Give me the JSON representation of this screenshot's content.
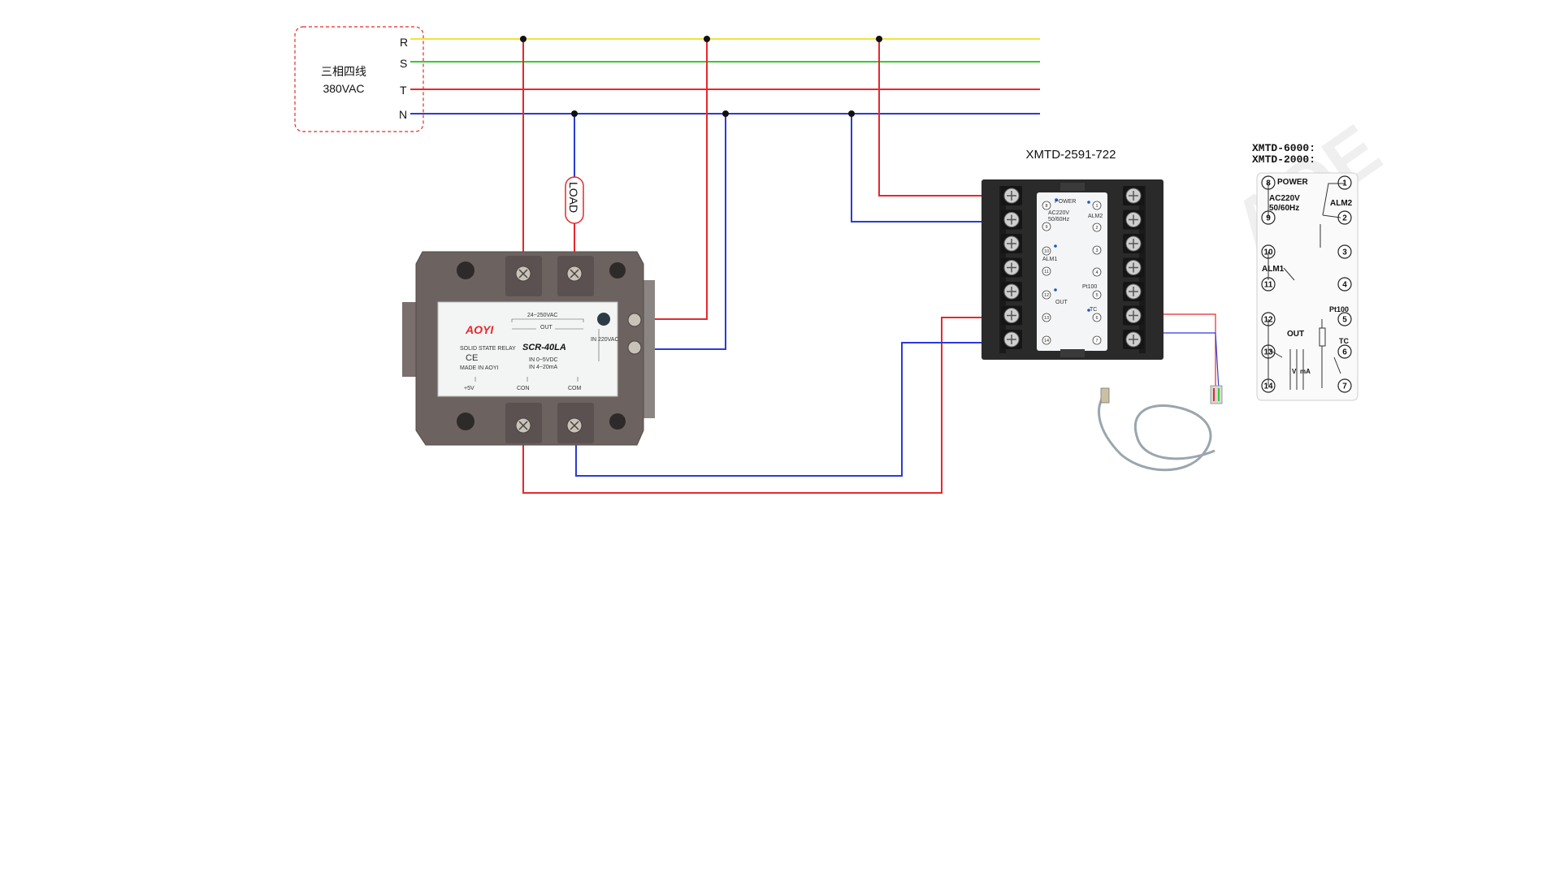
{
  "supply": {
    "box_label_line1": "三相四线",
    "box_label_line2": "380VAC",
    "phases": [
      {
        "id": "R",
        "color": "#f2e23a"
      },
      {
        "id": "S",
        "color": "#38c934"
      },
      {
        "id": "T",
        "color": "#e8272a"
      },
      {
        "id": "N",
        "color": "#2b3bd6"
      }
    ]
  },
  "load": {
    "label": "LOAD"
  },
  "relay": {
    "brand": "AOYI",
    "model": "SCR-40LA",
    "type_text": "SOLID STATE RELAY",
    "made_in": "MADE IN AOYI",
    "voltage": "24~250VAC",
    "out_label": "OUT",
    "in_220": "IN 220VAC",
    "in_05": "IN 0~5VDC",
    "in_420": "IN 4~20mA",
    "bottom_labels": [
      "+5V",
      "CON",
      "COM"
    ]
  },
  "controller": {
    "model": "XMTD-2591-722",
    "power": "POWER",
    "ac": "AC220V",
    "hz": "50/60Hz",
    "alm1": "ALM1",
    "alm2": "ALM2",
    "out": "OUT",
    "pt100": "Pt100",
    "tc": "TC"
  },
  "legend": {
    "title1": "XMTD-6000:",
    "title2": "XMTD-2000:",
    "power": "POWER",
    "ac": "AC220V",
    "hz": "50/60Hz",
    "alm1": "ALM1",
    "alm2": "ALM2",
    "out": "OUT",
    "pt100": "Pt100",
    "tc": "TC",
    "v": "V",
    "ma": "mA",
    "left_terminals": [
      "8",
      "9",
      "10",
      "11",
      "12",
      "13",
      "14"
    ],
    "right_terminals": [
      "1",
      "2",
      "3",
      "4",
      "5",
      "6",
      "7"
    ]
  },
  "colors": {
    "live": "#e8272a",
    "neutral": "#2b3bd6"
  }
}
